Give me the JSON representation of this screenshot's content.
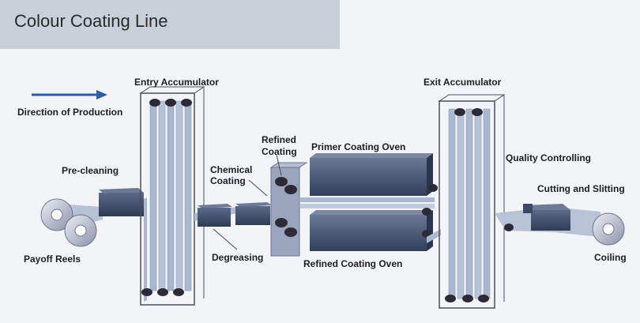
{
  "title": "Colour Coating Line",
  "labels": {
    "direction": "Direction of Production",
    "entry_accumulator": "Entry Accumulator",
    "exit_accumulator": "Exit Accumulator",
    "pre_cleaning": "Pre-cleaning",
    "payoff_reels": "Payoff Reels",
    "degreasing": "Degreasing",
    "chemical_coating_1": "Chemical",
    "chemical_coating_2": "Coating",
    "refined_coating_1": "Refined",
    "refined_coating_2": "Coating",
    "primer_oven": "Primer Coating Oven",
    "refined_oven": "Refined Coating Oven",
    "quality": "Quality Controlling",
    "cutting": "Cutting and Slitting",
    "coiling": "Coiling"
  },
  "colors": {
    "arrow": "#2a5fa8",
    "equipment": "#3a4a66",
    "strip": "#a9b7cf",
    "frame": "#4a4f5c"
  }
}
